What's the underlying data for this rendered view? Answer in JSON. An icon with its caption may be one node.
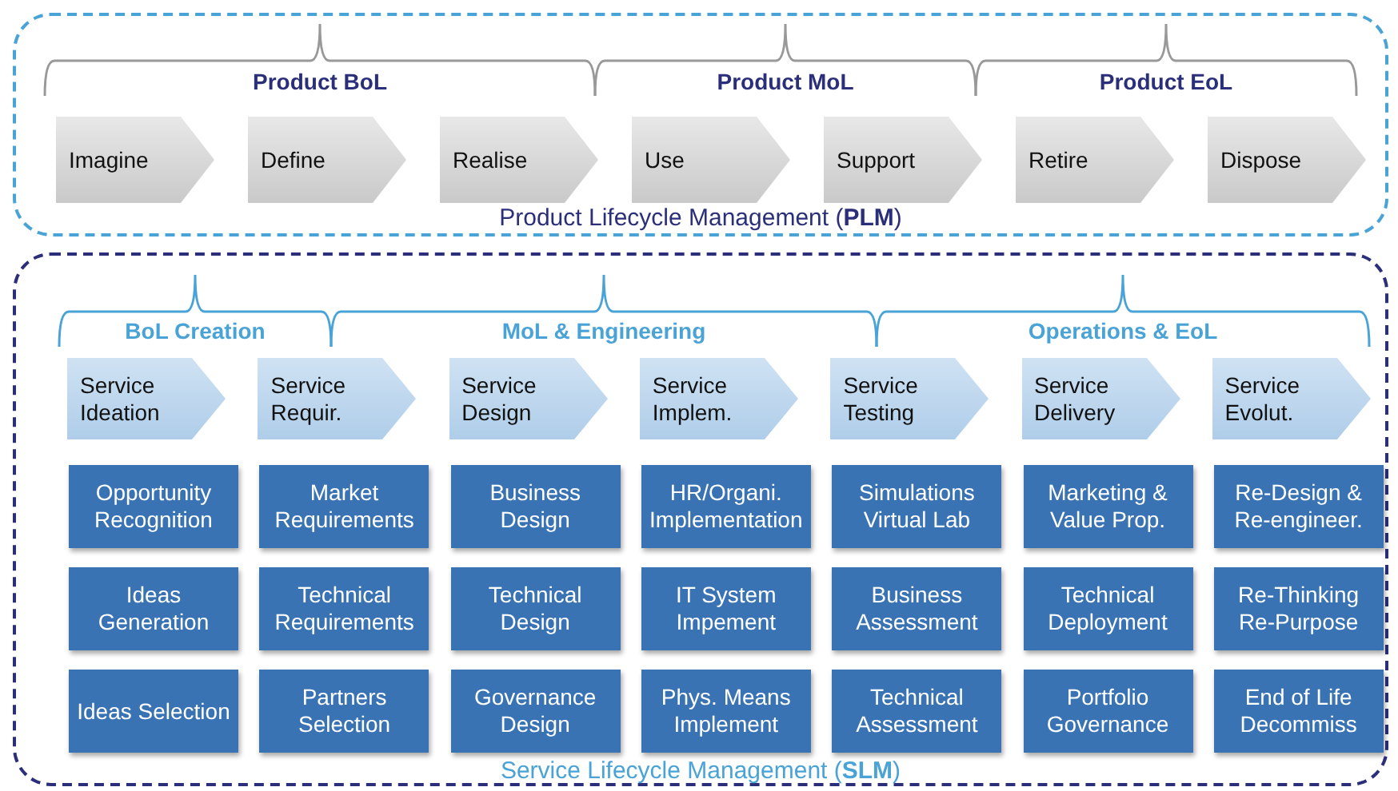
{
  "diagram": {
    "nodes": [
      {
        "text": [
          "Product Lifecycle Management (**PLM**)"
        ]
      },
      {
        "text": [
          "Imagine"
        ],
        "in": 0
      },
      {
        "text": [
          "Define"
        ],
        "in": 0
      },
      {
        "text": [
          "Realise"
        ],
        "in": 0
      },
      {
        "text": [
          "Use"
        ],
        "in": 0
      },
      {
        "text": [
          "Support"
        ],
        "in": 0
      },
      {
        "text": [
          "Retire"
        ],
        "in": 0
      },
      {
        "text": [
          "Dispose"
        ],
        "in": 0
      },
      {
        "text": [
          "Service Lifecycle Management (**SLM**)"
        ]
      },
      {
        "text": [
          "Service Ideation"
        ],
        "in": 8
      },
      {
        "text": [
          "Service Requir."
        ],
        "in": 8
      },
      {
        "text": [
          "Service Design"
        ],
        "in": 8
      },
      {
        "text": [
          "Service Implem."
        ],
        "in": 8
      },
      {
        "text": [
          "Service Testing"
        ],
        "in": 8
      },
      {
        "text": [
          "Service Delivery"
        ],
        "in": 8
      },
      {
        "text": [
          "Service Evolut."
        ],
        "in": 8
      },
      {
        "text": [
          "Opportunity Recognition"
        ],
        "in": 8
      },
      {
        "text": [
          "Market Requirements"
        ],
        "in": 8
      },
      {
        "text": [
          "Business Design"
        ],
        "in": 8
      },
      {
        "text": [
          "HR/Organi. Implementation"
        ],
        "in": 8
      },
      {
        "text": [
          "Simulations Virtual Lab"
        ],
        "in": 8
      },
      {
        "text": [
          "Marketing & Value Prop."
        ],
        "in": 8
      },
      {
        "text": [
          "Re-Design & Re-engineer."
        ],
        "in": 8
      },
      {
        "text": [
          "Ideas Generation"
        ],
        "in": 8
      },
      {
        "text": [
          "Technical Requirements"
        ],
        "in": 8
      },
      {
        "text": [
          "Technical Design"
        ],
        "in": 8
      },
      {
        "text": [
          "IT System Impement"
        ],
        "in": 8
      },
      {
        "text": [
          "Business Assessment"
        ],
        "in": 8
      },
      {
        "text": [
          "Technical Deployment"
        ],
        "in": 8
      },
      {
        "text": [
          "Re-Thinking Re-Purpose"
        ],
        "in": 8
      },
      {
        "text": [
          "Ideas Selection"
        ],
        "in": 8
      },
      {
        "text": [
          "Partners Selection"
        ],
        "in": 8
      },
      {
        "text": [
          "Governance Design"
        ],
        "in": 8
      },
      {
        "text": [
          "Phys. Means Implement"
        ],
        "in": 8
      },
      {
        "text": [
          "Technical Assessment"
        ],
        "in": 8
      },
      {
        "text": [
          "Portfolio Governance"
        ],
        "in": 8
      },
      {
        "text": [
          "End of Life Decommiss"
        ],
        "in": 8
      }
    ],
    "labels": [
      "Product BoL",
      "Product MoL",
      "Product EoL",
      "BoL Creation",
      "MoL & Engineering",
      "Operations & EoL"
    ]
  }
}
